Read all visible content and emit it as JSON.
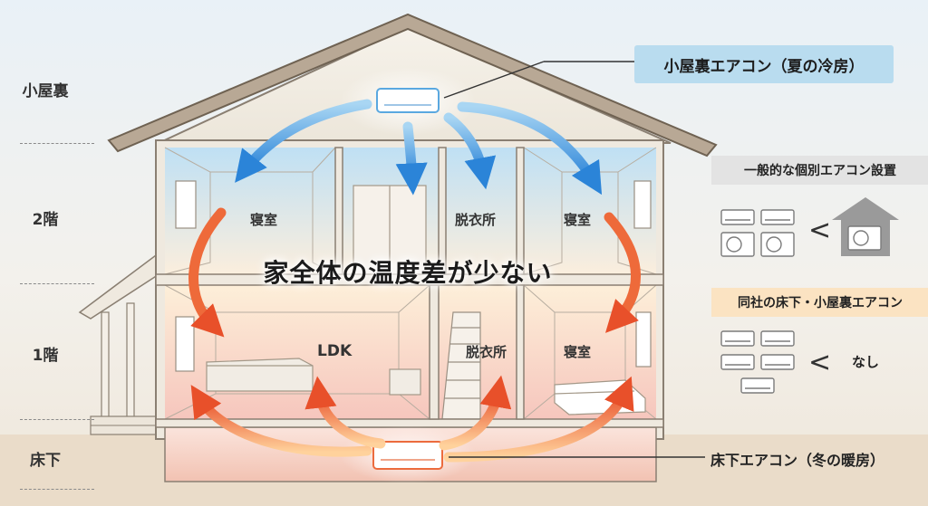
{
  "floors": {
    "attic": "小屋裏",
    "second": "2階",
    "first": "1階",
    "underfloor": "床下"
  },
  "rooms": {
    "f2_bedroom_left": "寝室",
    "f2_dressing": "脱衣所",
    "f2_bedroom_right": "寝室",
    "f1_ldk": "LDK",
    "f1_dressing": "脱衣所",
    "f1_bedroom": "寝室"
  },
  "message": "家全体の温度差が少ない",
  "callouts": {
    "attic_ac": "小屋裏エアコン（夏の冷房）",
    "underfloor_ac": "床下エアコン（冬の暖房）"
  },
  "comparison": {
    "general_heading": "一般的な個別エアコン設置",
    "company_heading": "同社の床下・小屋裏エアコン",
    "less_than": "<",
    "none": "なし"
  },
  "colors": {
    "cool_arrow": "#2b84d8",
    "warm_arrow": "#e8502a",
    "general_heading_bg": "#e3e3e3",
    "company_heading_bg": "#fbe3c2",
    "callout_bg": "#b9dcef"
  }
}
